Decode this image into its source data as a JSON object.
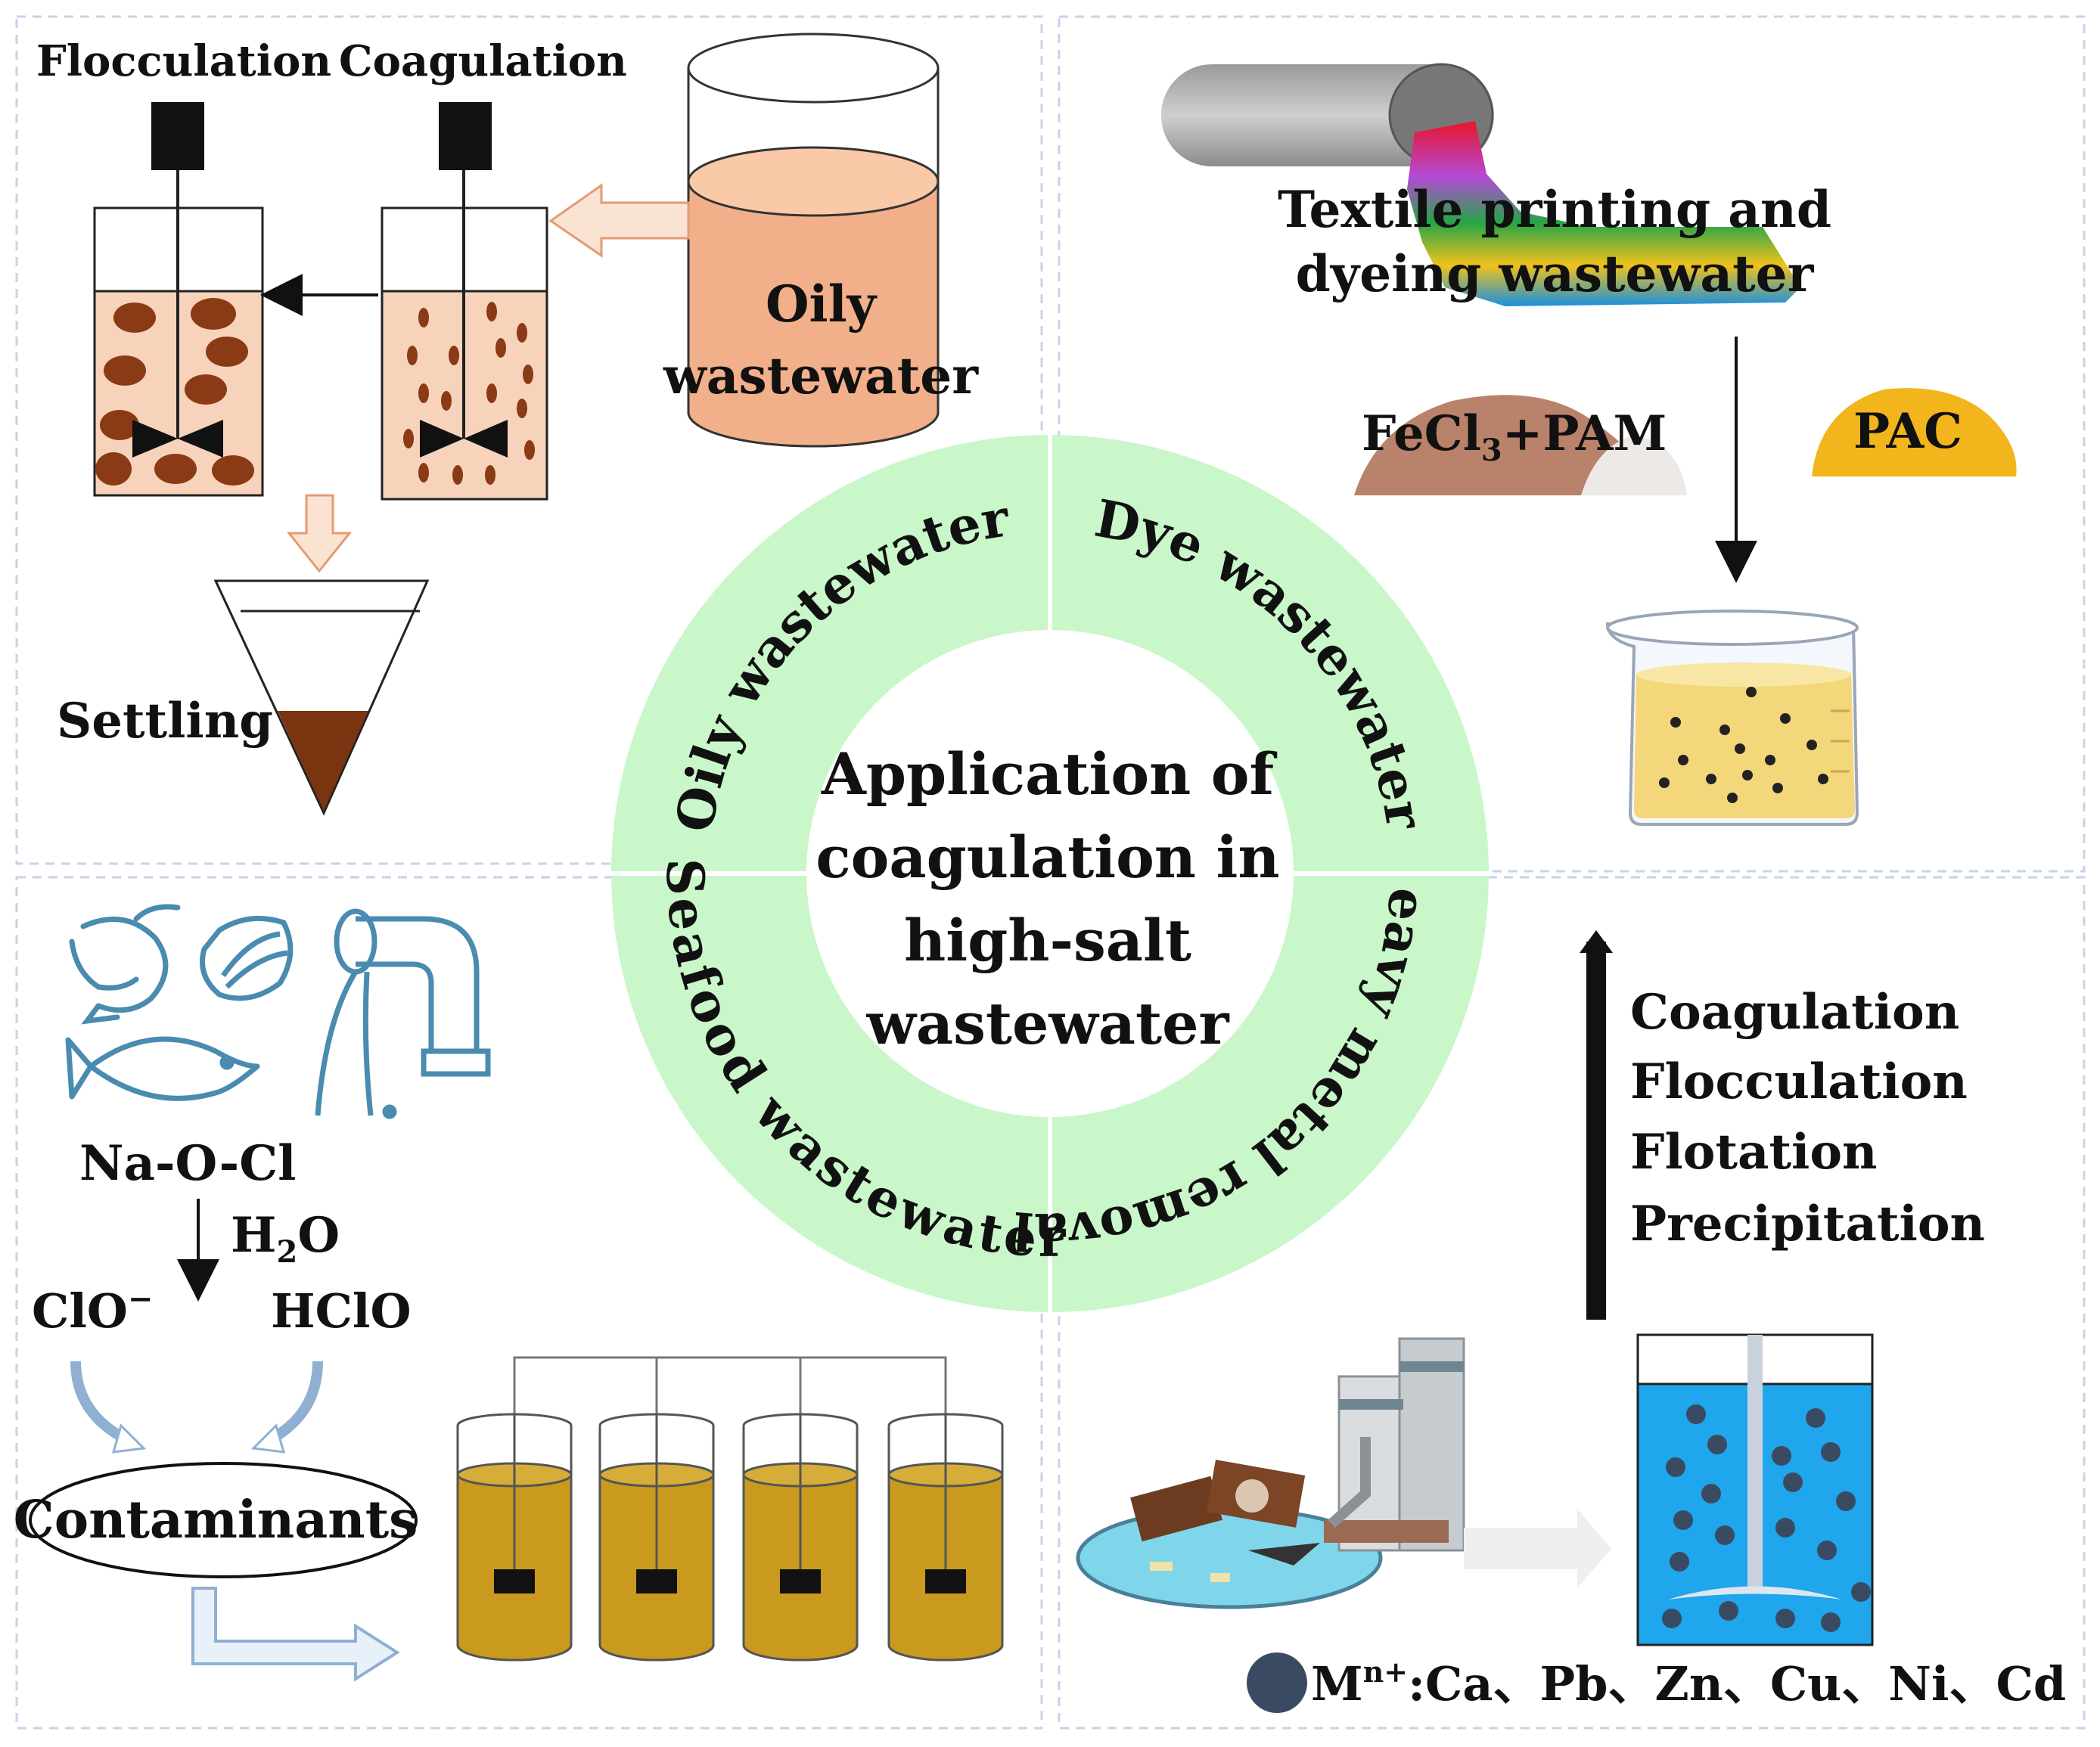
{
  "center": {
    "title_lines": [
      "Application of",
      "coagulation in",
      "high-salt",
      "wastewater"
    ],
    "ring_labels": {
      "top_left": "Oily wastewater",
      "top_right": "Dye wastewater",
      "bottom_left": "Seafood wastewater",
      "bottom_right": "Heavy metal removal"
    }
  },
  "oily_panel": {
    "flocculation": "Flocculation",
    "coagulation": "Coagulation",
    "tank_label_1": "Oily",
    "tank_label_2": "wastewater",
    "settling": "Settling"
  },
  "dye_panel": {
    "title_1": "Textile printing and",
    "title_2": "dyeing wastewater",
    "fecl_base": "FeCl",
    "fecl_sub": "3",
    "fecl_rest": "+PAM",
    "pac": "PAC"
  },
  "seafood_panel": {
    "naocl": "Na-O-Cl",
    "h2o_h": "H",
    "h2o_sub": "2",
    "h2o_o": "O",
    "clo": "ClO",
    "clo_sup": "−",
    "hclo": "HClO",
    "contaminants": "Contaminants"
  },
  "heavy_metal_panel": {
    "processes": [
      "Coagulation",
      "Flocculation",
      "Flotation",
      "Precipitation"
    ],
    "legend_m": "M",
    "legend_sup": "n+",
    "legend_list": ":Ca、Pb、Zn、Cu、Ni、Cd"
  },
  "colors": {
    "ring": "#c9f7c9",
    "oil_light": "#f7d3bb",
    "oil_tank": "#f2b08a",
    "floc": "#8a3a14",
    "sediment": "#7a3410",
    "yellow_liquid": "#f3d77a",
    "brown_liquid": "#c99a1e",
    "blue_liquid": "#1fa6ec",
    "metal_ion": "#3a4a63",
    "icon_blue": "#4a8bb0"
  }
}
